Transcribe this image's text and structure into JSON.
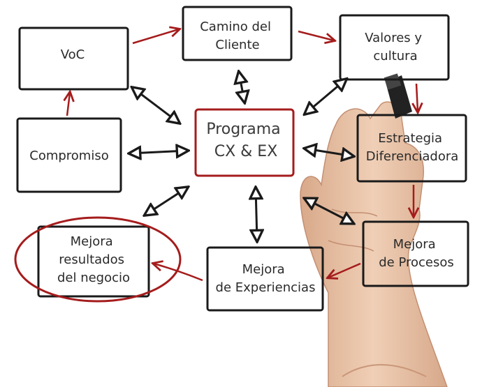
{
  "nodes": {
    "voc": [
      "VoC"
    ],
    "camino": [
      "Camino del",
      "Cliente"
    ],
    "valores": [
      "Valores y",
      "cultura"
    ],
    "compromiso": [
      "Compromiso"
    ],
    "programa": [
      "Programa",
      "CX & EX"
    ],
    "estrategia": [
      "Estrategia",
      "Diferenciadora"
    ],
    "mejora_resultados": [
      "Mejora",
      "resultados",
      "del negocio"
    ],
    "mejora_experiencias": [
      "Mejora",
      "de Experiencias"
    ],
    "mejora_procesos": [
      "Mejora",
      "de Procesos"
    ]
  },
  "colors": {
    "ink": "#1a1a1a",
    "accent_red": "#a51c1c",
    "skin": "#e8c2a4"
  }
}
